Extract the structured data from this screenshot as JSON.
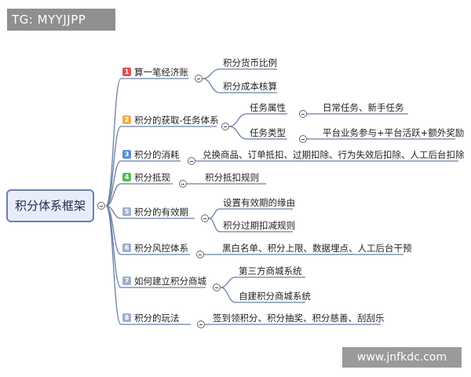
{
  "watermark_top": "TG: MYYJJPP",
  "watermark_bottom": "www.jnfkdc.com",
  "root": "积分体系框架",
  "colors": {
    "link": "#6b7fa8",
    "underline": "#6b7fa8",
    "badges": [
      "#d9534f",
      "#f0ad4e",
      "#5b8fd6",
      "#5cb85c",
      "#9fb0c8",
      "#9fb0c8",
      "#9fb0c8",
      "#9fb0c8"
    ]
  },
  "branches": [
    {
      "num": "1",
      "label": "算一笔经济账",
      "children": [
        {
          "label": "积分货币比例"
        },
        {
          "label": "积分成本核算"
        }
      ]
    },
    {
      "num": "2",
      "label": "积分的获取-任务体系",
      "children": [
        {
          "label": "任务属性",
          "children": [
            {
              "label": "日常任务、新手任务"
            }
          ]
        },
        {
          "label": "任务类型",
          "children": [
            {
              "label": "平台业务参与+平台活跃+额外奖励"
            }
          ]
        }
      ]
    },
    {
      "num": "3",
      "label": "积分的消耗",
      "children": [
        {
          "label": "兑换商品、订单抵扣、过期扣除、行为失效后扣除、人工后台扣除"
        }
      ]
    },
    {
      "num": "4",
      "label": "积分抵现",
      "children": [
        {
          "label": "积分抵扣规则"
        }
      ]
    },
    {
      "num": "5",
      "label": "积分的有效期",
      "children": [
        {
          "label": "设置有效期的缘由"
        },
        {
          "label": "积分过期扣减规则"
        }
      ]
    },
    {
      "num": "6",
      "label": "积分风控体系",
      "children": [
        {
          "label": "黑白名单、积分上限、数据埋点、人工后台干预"
        }
      ]
    },
    {
      "num": "7",
      "label": "如何建立积分商城",
      "children": [
        {
          "label": "第三方商城系统"
        },
        {
          "label": "自建积分商城系统"
        }
      ]
    },
    {
      "num": "8",
      "label": "积分的玩法",
      "children": [
        {
          "label": "签到领积分、积分抽奖、积分慈善、刮刮乐"
        }
      ]
    }
  ]
}
